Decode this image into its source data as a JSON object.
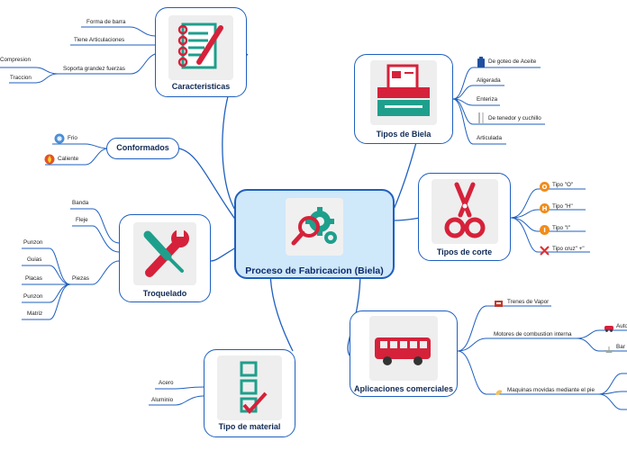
{
  "central": {
    "title": "Proceso de Fabricacion (Biela)",
    "icon": "gears-magnifier-icon"
  },
  "caracteristicas": {
    "title": "Caracteristicas",
    "icon": "notepad-pencil-icon",
    "leaves": [
      "Forma de barra",
      "Tiene Articulaciones",
      "Soporta grandez fuerzas"
    ],
    "sub_leaves": [
      "Compresion",
      "Traccion"
    ]
  },
  "conformados": {
    "title": "Conformados",
    "leaves": [
      "Frio",
      "Caliente"
    ],
    "leaf_icons": [
      "snow-icon",
      "flame-icon"
    ]
  },
  "troquelado": {
    "title": "Troquelado",
    "icon": "wrench-screwdriver-icon",
    "leaves": [
      "Banda",
      "Fleje",
      "Piezas"
    ],
    "sub_leaves": [
      "Punzon",
      "Guias",
      "Placas",
      "Punzon",
      "Matriz"
    ]
  },
  "tipo_material": {
    "title": "Tipo de material",
    "icon": "checklist-icon",
    "leaves": [
      "Acero",
      "Aluminio"
    ]
  },
  "tipos_biela": {
    "title": "Tipos de Biela",
    "icon": "printer-icon",
    "leaves": [
      "De goteo de Aceite",
      "Aligerada",
      "Enteriza",
      "De tenedor y cuchillo",
      "Articulada"
    ],
    "leaf_icons": [
      "oil-can-icon",
      "",
      "",
      "fork-knife-icon",
      ""
    ]
  },
  "tipos_corte": {
    "title": "Tipos de corte",
    "icon": "scissors-icon",
    "leaves": [
      "Tipo \"O\"",
      "Tipo \"H\"",
      "Tipo \"I\"",
      "Tipo cruz\" +\""
    ],
    "badges": [
      "O",
      "H",
      "I",
      "✕"
    ]
  },
  "aplicaciones": {
    "title": "Aplicaciones comerciales",
    "icon": "bus-icon",
    "leaves": [
      "Trenes de Vapor",
      "Motores de combustion interna",
      "Maquinas movidas mediante el pie"
    ],
    "sub_leaves": [
      "Auto",
      "Bar"
    ]
  },
  "colors": {
    "line": "#1f5fbf",
    "central_fill": "#cfe8fa",
    "title": "#102a55",
    "accent_red": "#d6213a",
    "accent_teal": "#1e9f8c",
    "badge_orange": "#f28c18"
  }
}
